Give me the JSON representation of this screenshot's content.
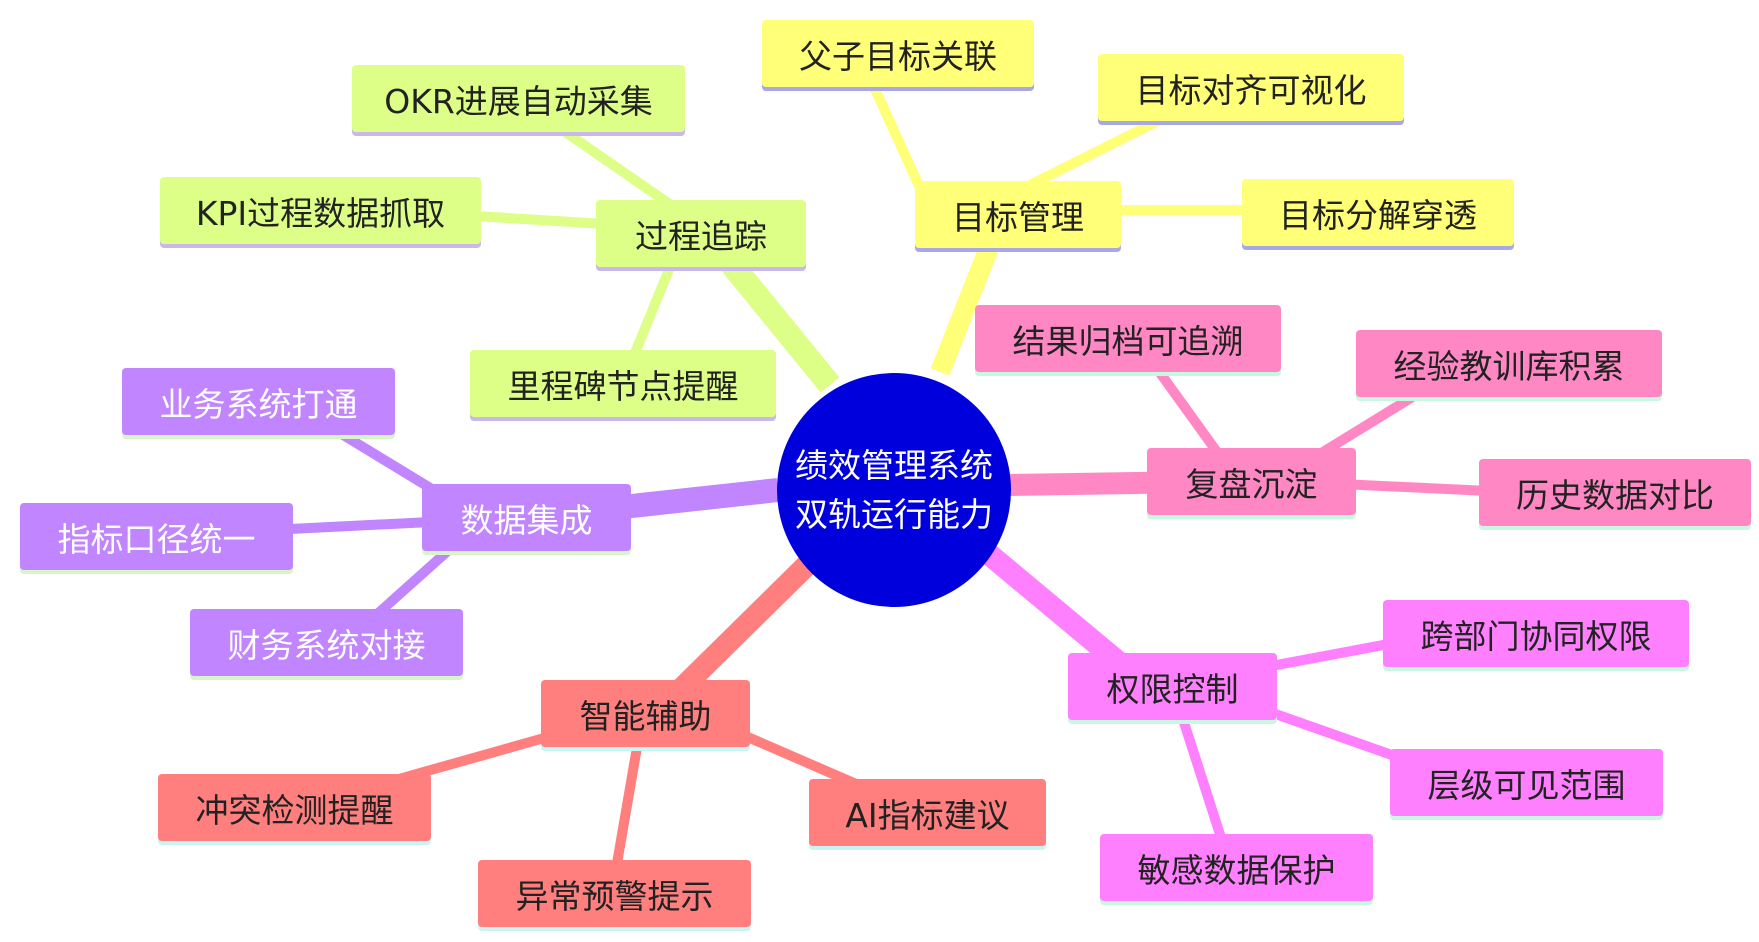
{
  "center": {
    "lines": [
      "绩效管理系统",
      "双轨运行能力"
    ],
    "color": "#0000dd"
  },
  "branches": [
    {
      "id": "goal",
      "label": "目标管理",
      "color": "#ffff78",
      "underline": "#a8a8e8",
      "text_light": false,
      "children": [
        "父子目标关联",
        "目标对齐可视化",
        "目标分解穿透"
      ]
    },
    {
      "id": "process",
      "label": "过程追踪",
      "color": "#ddff88",
      "underline": "#c8b8ee",
      "text_light": false,
      "children": [
        "OKR进展自动采集",
        "KPI过程数据抓取",
        "里程碑节点提醒"
      ]
    },
    {
      "id": "data",
      "label": "数据集成",
      "color": "#c085ff",
      "underline": "#d8f5c8",
      "text_light": true,
      "children": [
        "业务系统打通",
        "指标口径统一",
        "财务系统对接"
      ]
    },
    {
      "id": "review",
      "label": "复盘沉淀",
      "color": "#ff88c4",
      "underline": "#c8f8e0",
      "text_light": false,
      "children": [
        "结果归档可追溯",
        "经验教训库积累",
        "历史数据对比"
      ]
    },
    {
      "id": "permission",
      "label": "权限控制",
      "color": "#ff80ff",
      "underline": "#c8f8e0",
      "text_light": false,
      "children": [
        "跨部门协同权限",
        "层级可见范围",
        "敏感数据保护"
      ]
    },
    {
      "id": "ai",
      "label": "智能辅助",
      "color": "#ff7f7f",
      "underline": "#c8f4f4",
      "text_light": false,
      "children": [
        "冲突检测提醒",
        "异常预警提示",
        "AI指标建议"
      ]
    }
  ]
}
